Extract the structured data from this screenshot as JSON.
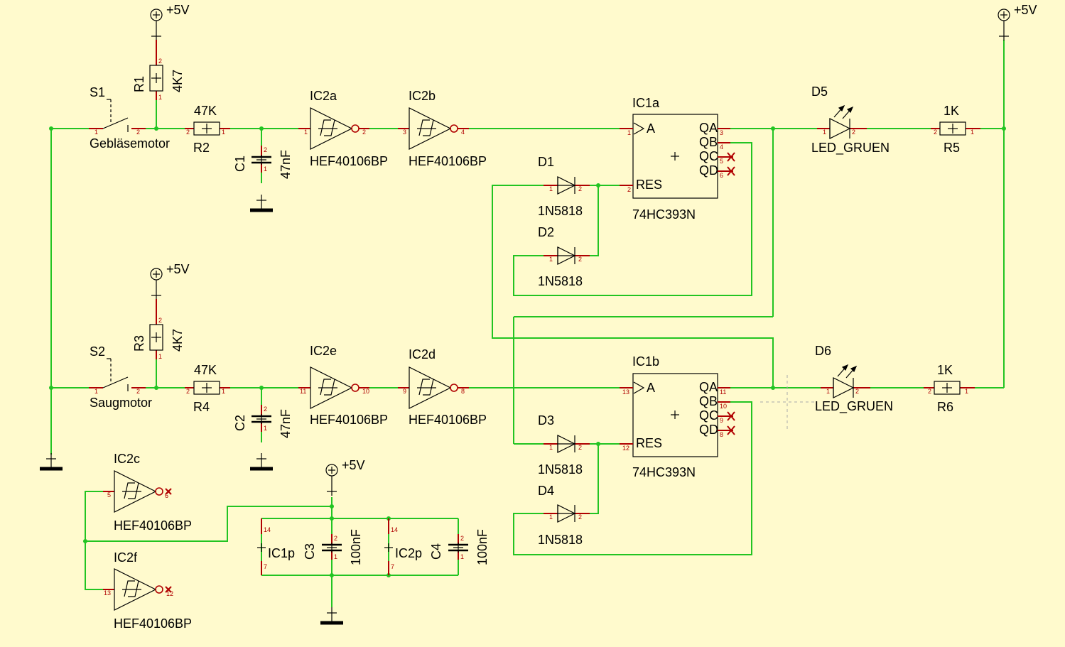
{
  "colors": {
    "background": "#fffacd",
    "wire": "#22c422",
    "pin": "#b00000",
    "symbol": "#000000"
  },
  "power": {
    "vcc": "+5V"
  },
  "switches": {
    "s1": {
      "ref": "S1",
      "name": "Gebläsemotor",
      "pin1": "1",
      "pin2": "2"
    },
    "s2": {
      "ref": "S2",
      "name": "Saugmotor",
      "pin1": "1",
      "pin2": "2"
    }
  },
  "resistors": {
    "r1": {
      "ref": "R1",
      "value": "4K7",
      "pin_top": "2",
      "pin_bottom": "1"
    },
    "r2": {
      "ref": "R2",
      "value": "47K",
      "pin_left": "2",
      "pin_right": "1"
    },
    "r3": {
      "ref": "R3",
      "value": "4K7",
      "pin_top": "2",
      "pin_bottom": "1"
    },
    "r4": {
      "ref": "R4",
      "value": "47K",
      "pin_left": "2",
      "pin_right": "1"
    },
    "r5": {
      "ref": "R5",
      "value": "1K",
      "pin_left": "2",
      "pin_right": "1"
    },
    "r6": {
      "ref": "R6",
      "value": "1K",
      "pin_left": "2",
      "pin_right": "1"
    }
  },
  "capacitors": {
    "c1": {
      "ref": "C1",
      "value": "47nF",
      "pin_top": "2",
      "pin_bottom": "1"
    },
    "c2": {
      "ref": "C2",
      "value": "47nF",
      "pin_top": "2",
      "pin_bottom": "1"
    },
    "c3": {
      "ref": "C3",
      "value": "100nF",
      "pin_top": "2",
      "pin_bottom": "1"
    },
    "c4": {
      "ref": "C4",
      "value": "100nF",
      "pin_top": "2",
      "pin_bottom": "1"
    }
  },
  "inverters": {
    "ic2a": {
      "ref": "IC2a",
      "part": "HEF40106BP",
      "pin_in": "1",
      "pin_out": "2"
    },
    "ic2b": {
      "ref": "IC2b",
      "part": "HEF40106BP",
      "pin_in": "3",
      "pin_out": "4"
    },
    "ic2e": {
      "ref": "IC2e",
      "part": "HEF40106BP",
      "pin_in": "11",
      "pin_out": "10"
    },
    "ic2d": {
      "ref": "IC2d",
      "part": "HEF40106BP",
      "pin_in": "9",
      "pin_out": "8"
    },
    "ic2c": {
      "ref": "IC2c",
      "part": "HEF40106BP",
      "pin_in": "5",
      "pin_out": "6"
    },
    "ic2f": {
      "ref": "IC2f",
      "part": "HEF40106BP",
      "pin_in": "13",
      "pin_out": "12"
    }
  },
  "counters": {
    "ic1a": {
      "ref": "IC1a",
      "part": "74HC393N",
      "in_a": "A",
      "in_res": "RES",
      "pin_a": "1",
      "pin_res": "2",
      "outputs": [
        "QA",
        "QB",
        "QC",
        "QD"
      ],
      "out_pins": [
        "3",
        "4",
        "5",
        "6"
      ]
    },
    "ic1b": {
      "ref": "IC1b",
      "part": "74HC393N",
      "in_a": "A",
      "in_res": "RES",
      "pin_a": "13",
      "pin_res": "12",
      "outputs": [
        "QA",
        "QB",
        "QC",
        "QD"
      ],
      "out_pins": [
        "11",
        "10",
        "9",
        "8"
      ]
    }
  },
  "diodes": {
    "d1": {
      "ref": "D1",
      "part": "1N5818",
      "pin_a": "1",
      "pin_k": "2"
    },
    "d2": {
      "ref": "D2",
      "part": "1N5818",
      "pin_a": "1",
      "pin_k": "2"
    },
    "d3": {
      "ref": "D3",
      "part": "1N5818",
      "pin_a": "1",
      "pin_k": "2"
    },
    "d4": {
      "ref": "D4",
      "part": "1N5818",
      "pin_a": "1",
      "pin_k": "2"
    }
  },
  "leds": {
    "d5": {
      "ref": "D5",
      "part": "LED_GRUEN",
      "pin_a": "1",
      "pin_k": "2"
    },
    "d6": {
      "ref": "D6",
      "part": "LED_GRUEN",
      "pin_a": "1",
      "pin_k": "2"
    }
  },
  "supply": {
    "ic1p": {
      "ref": "IC1p",
      "pin_vdd": "14",
      "pin_vss": "7"
    },
    "ic2p": {
      "ref": "IC2p",
      "pin_vdd": "14",
      "pin_vss": "7"
    }
  }
}
